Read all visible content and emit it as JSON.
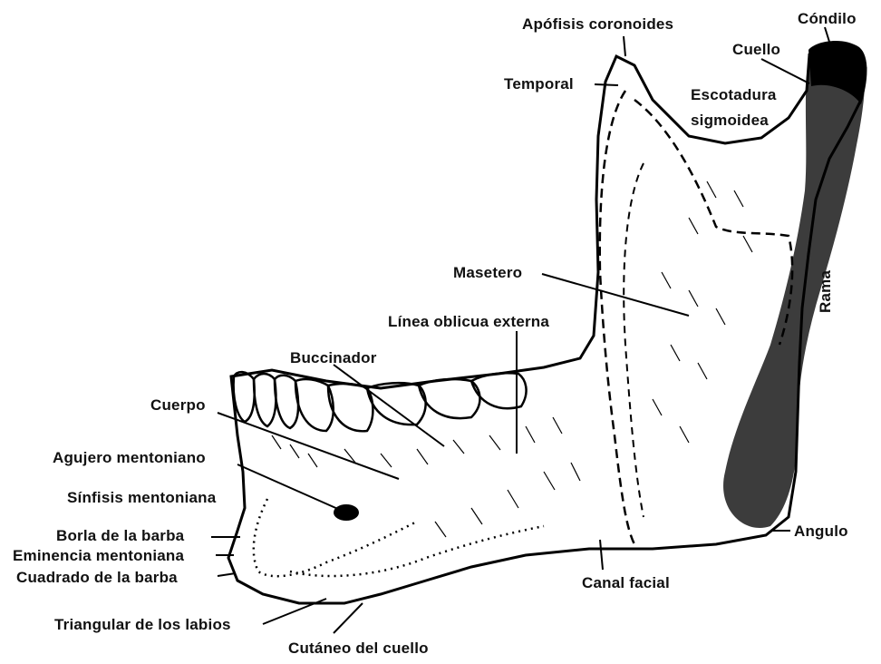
{
  "labels": {
    "apofisis_coronoides": "Apófisis coronoides",
    "condilo": "Cóndilo",
    "cuello": "Cuello",
    "temporal": "Temporal",
    "escotadura": "Escotadura",
    "sigmoidea": "sigmoidea",
    "masetero": "Masetero",
    "rama": "Rama",
    "linea_oblicua": "Línea oblicua externa",
    "buccinador": "Buccinador",
    "cuerpo": "Cuerpo",
    "agujero_mentoniano": "Agujero mentoniano",
    "sinfisis_mentoniana": "Sínfisis mentoniana",
    "borla_barba": "Borla de la barba",
    "eminencia_mentoniana": "Eminencia mentoniana",
    "cuadrado_barba": "Cuadrado de la barba",
    "triangular_labios": "Triangular de los labios",
    "cutaneo_cuello": "Cutáneo del cuello",
    "canal_facial": "Canal facial",
    "angulo": "Angulo"
  },
  "colors": {
    "ink": "#111111",
    "background": "#ffffff"
  }
}
